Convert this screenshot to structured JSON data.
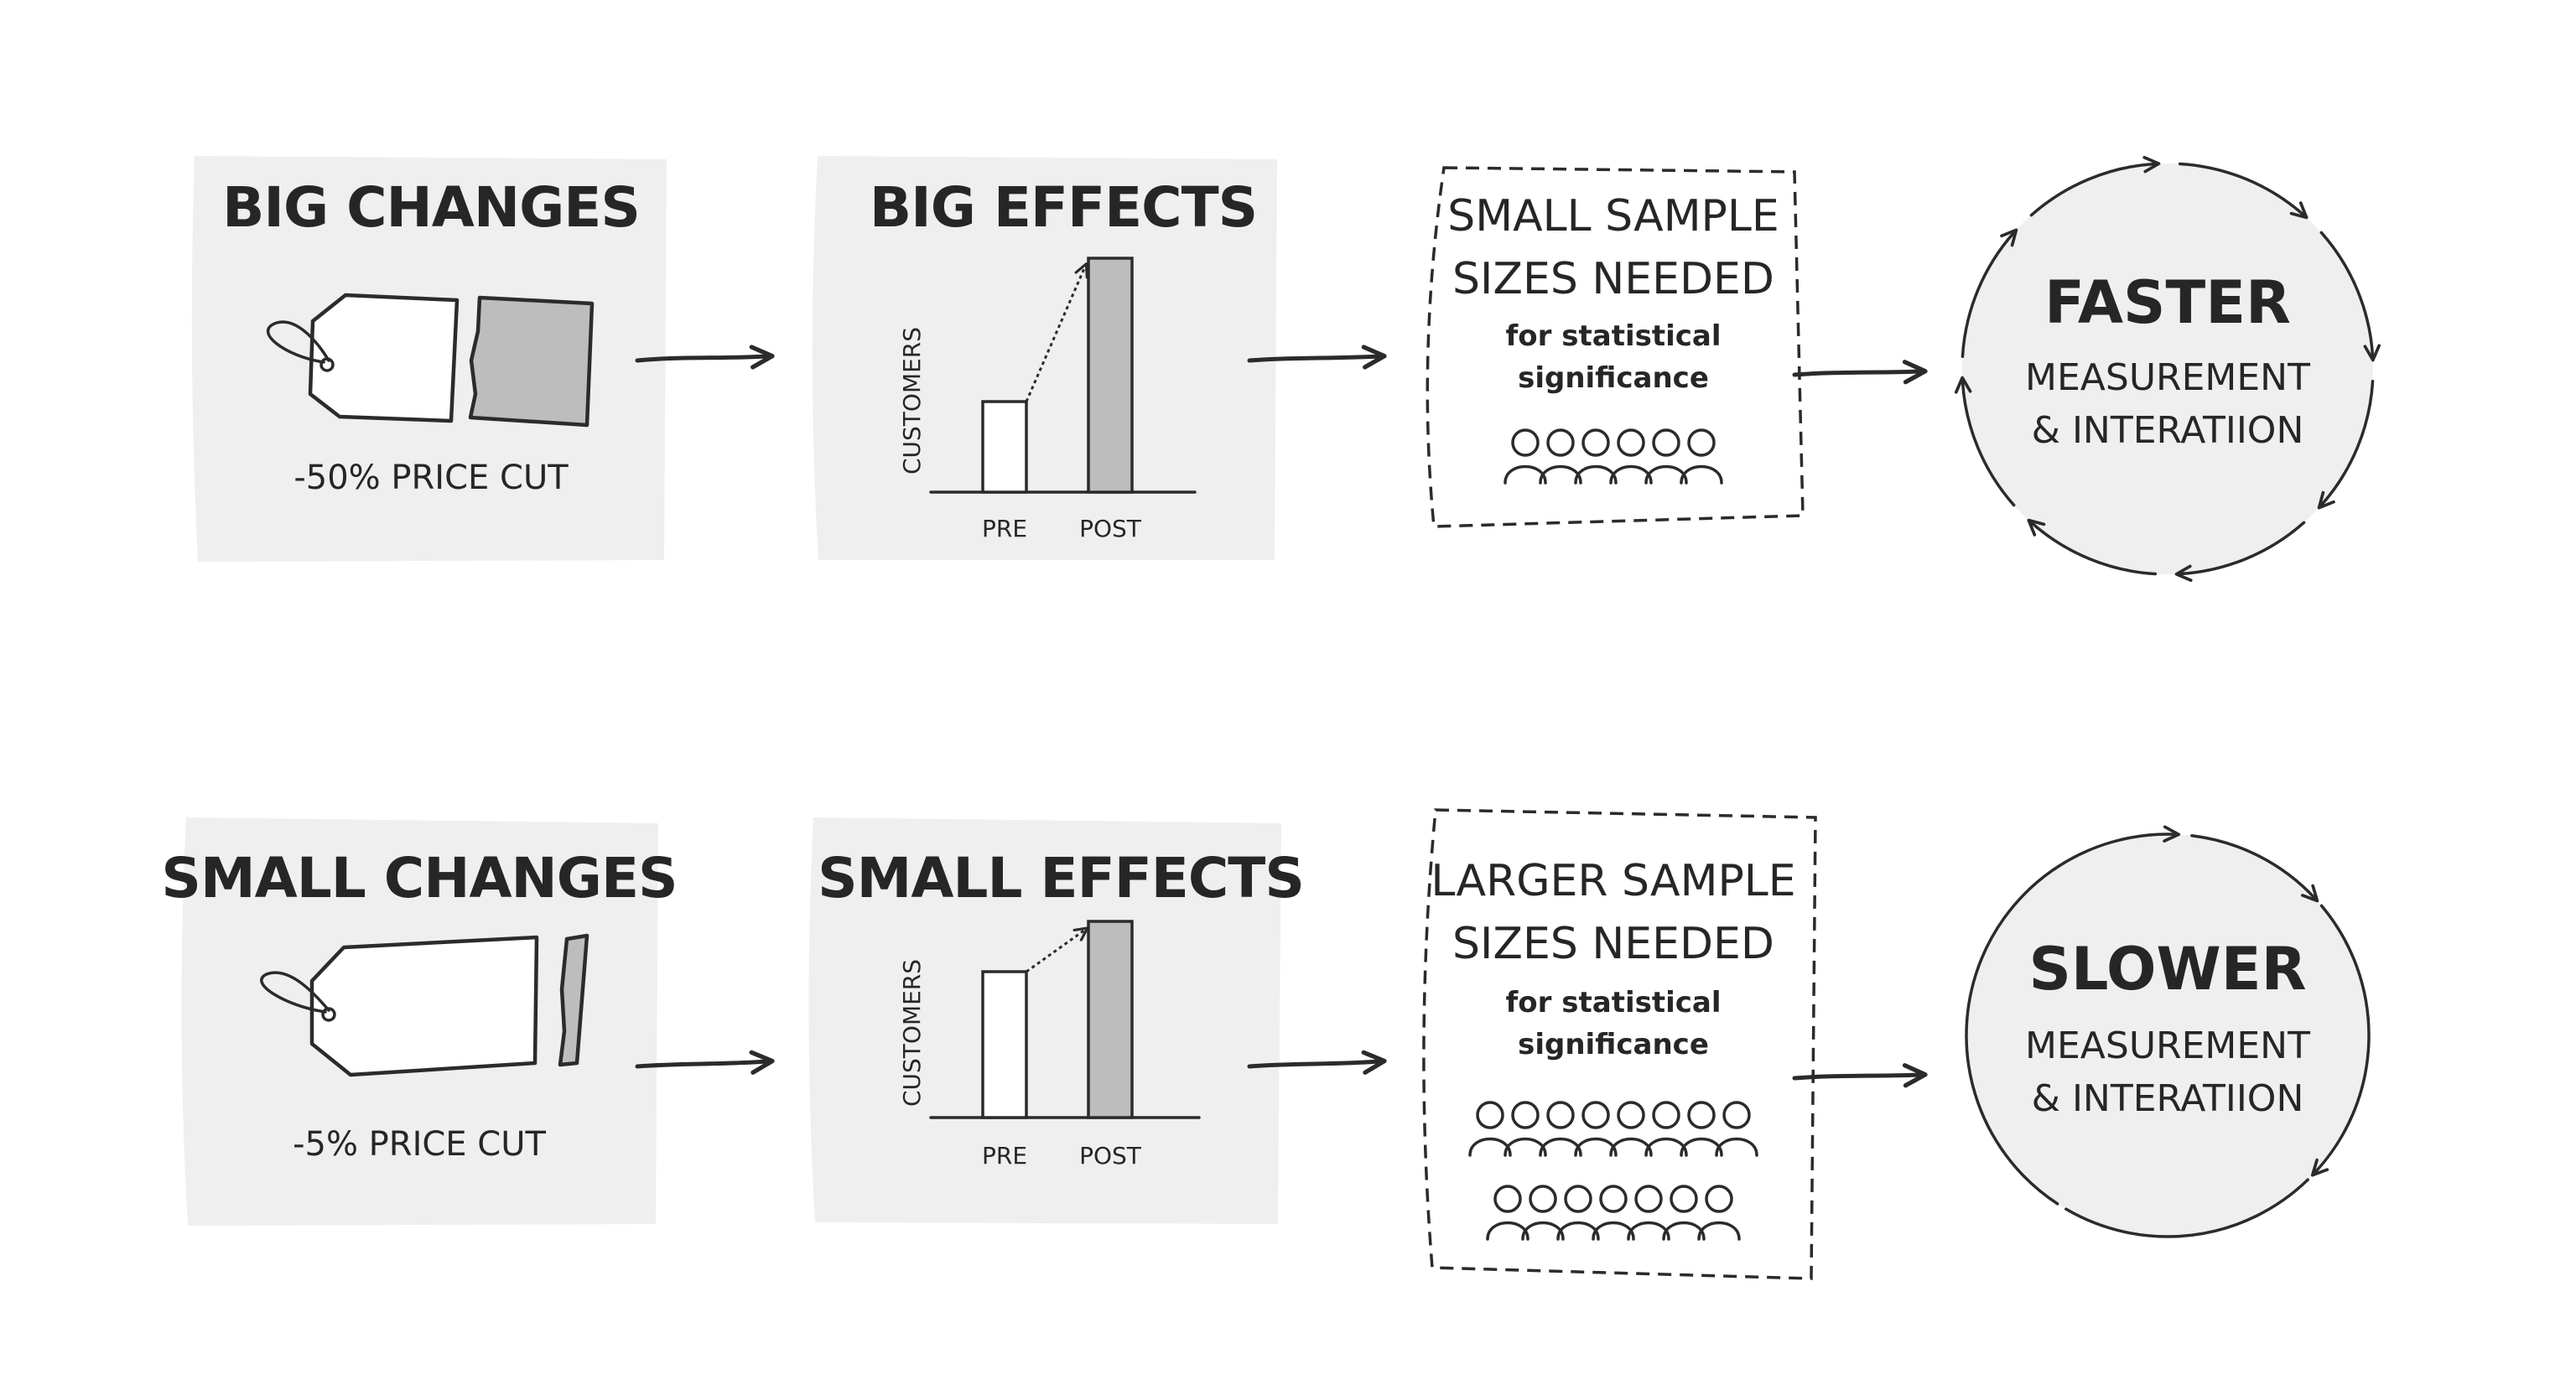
{
  "rows": [
    {
      "change": {
        "title": "BIG CHANGES",
        "caption": "-50% PRICE CUT"
      },
      "effect": {
        "title": "BIG EFFECTS",
        "ylabel": "CUSTOMERS",
        "pre_label": "PRE",
        "post_label": "POST",
        "pre_value": 0.36,
        "post_value": 0.93
      },
      "sample": {
        "line1": "SMALL SAMPLE",
        "line2": "SIZES NEEDED",
        "note1": "for statistical",
        "note2": "significance",
        "people_rows": [
          6
        ]
      },
      "cycle": {
        "title": "FASTER",
        "line1": "MEASUREMENT",
        "line2": "& INTERATIION",
        "arrow_count": 8
      }
    },
    {
      "change": {
        "title": "SMALL CHANGES",
        "caption": "-5% PRICE CUT"
      },
      "effect": {
        "title": "SMALL EFFECTS",
        "ylabel": "CUSTOMERS",
        "pre_label": "PRE",
        "post_label": "POST",
        "pre_value": 0.58,
        "post_value": 0.78
      },
      "sample": {
        "line1": "LARGER SAMPLE",
        "line2": "SIZES NEEDED",
        "note1": "for statistical",
        "note2": "significance",
        "people_rows": [
          8,
          7
        ]
      },
      "cycle": {
        "title": "SLOWER",
        "line1": "MEASUREMENT",
        "line2": "& INTERATIION",
        "arrow_count": 3
      }
    }
  ]
}
